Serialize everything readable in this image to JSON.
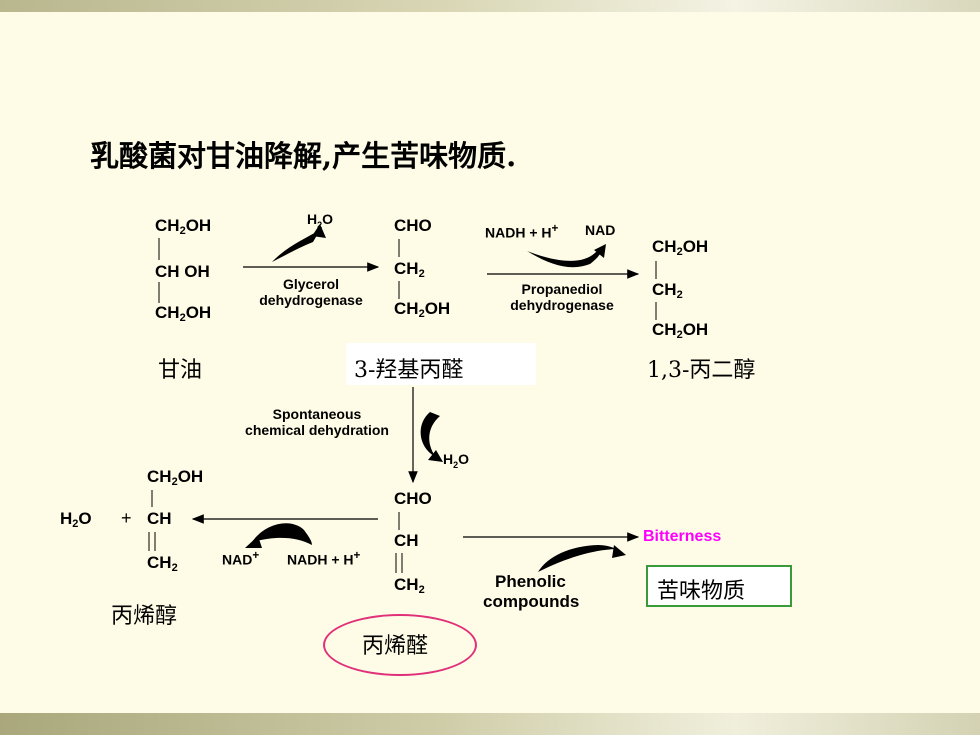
{
  "title": "乳酸菌对甘油降解,产生苦味物质.",
  "glycerol": {
    "c1": "CH",
    "c1sub": "2",
    "c1tail": "OH",
    "c2": "CH OH",
    "c3": "CH",
    "c3sub": "2",
    "c3tail": "OH",
    "label": "甘油"
  },
  "step1": {
    "reagent": "H",
    "reagent_sub": "2",
    "reagent_tail": "O",
    "enzyme_line1": "Glycerol",
    "enzyme_line2": "dehydrogenase"
  },
  "hpa": {
    "c1": "CHO",
    "c2": "CH",
    "c2sub": "2",
    "c3": "CH",
    "c3sub": "2",
    "c3tail": "OH",
    "label": "3-羟基丙醛"
  },
  "step2": {
    "cofactor_in": "NADH + H",
    "cofactor_in_sup": "+",
    "cofactor_out": "NAD",
    "enzyme_line1": "Propanediol",
    "enzyme_line2": "dehydrogenase"
  },
  "propanediol": {
    "c1": "CH",
    "c1sub": "2",
    "c1tail": "OH",
    "c2": "CH",
    "c2sub": "2",
    "c3": "CH",
    "c3sub": "2",
    "c3tail": "OH",
    "label": "1,3-丙二醇"
  },
  "step3": {
    "line1": "Spontaneous",
    "line2": "chemical dehydration",
    "water": "H",
    "water_sub": "2",
    "water_tail": "O"
  },
  "acrolein": {
    "c1": "CHO",
    "c2": "CH",
    "c3": "CH",
    "c3sub": "2",
    "label": "丙烯醛"
  },
  "step4": {
    "cofactor_out": "NAD",
    "cofactor_out_sup": "+",
    "cofactor_in": "NADH + H",
    "cofactor_in_sup": "+"
  },
  "allyl": {
    "water": "H",
    "water_sub": "2",
    "water_tail": "O",
    "plus": "+",
    "c1": "CH",
    "c1sub": "2",
    "c1tail": "OH",
    "c2": "CH",
    "c3": "CH",
    "c3sub": "2",
    "label": "丙烯醇"
  },
  "step5": {
    "reagent_line1": "Phenolic",
    "reagent_line2": "compounds",
    "product": "Bitterness",
    "label": "苦味物质"
  },
  "colors": {
    "bitterness": "#ff00ff",
    "box_border": "#3a9a3a",
    "ellipse": "#e0307a"
  }
}
